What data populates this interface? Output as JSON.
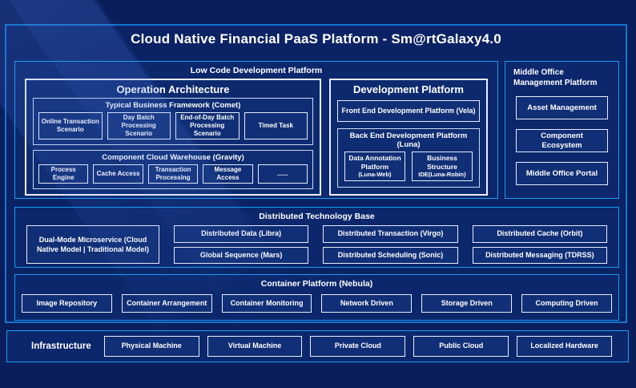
{
  "title": "Cloud Native Financial PaaS Platform - Sm@rtGalaxy4.0",
  "colors": {
    "background": "#0a1e5c",
    "frame_border": "#1374cd",
    "accent_border": "#1b9df3",
    "box_border": "#e9eefb",
    "panel_fill": "#0c276c",
    "text": "#ffffff"
  },
  "low_code": {
    "label": "Low Code Development Platform",
    "operation": {
      "title": "Operation Architecture",
      "comet": {
        "title": "Typical Business Framework (Comet)",
        "items": [
          "Online Transaction Scenario",
          "Day Batch Processing Scenario",
          "End-of-Day Batch Processing Scenario",
          "Timed Task"
        ]
      },
      "gravity": {
        "title": "Component Cloud Warehouse (Gravity)",
        "items": [
          "Process Engine",
          "Cache Access",
          "Transaction Processing",
          "Message Access",
          "......"
        ]
      }
    },
    "development": {
      "title": "Development Platform",
      "front_end": "Front End Development Platform (Vela)",
      "back_end": {
        "title": "Back End Development Platform (Luna)",
        "items": [
          {
            "name": "Data Annotation Platform",
            "sub": "(Luna-Web)"
          },
          {
            "name": "Business Structure",
            "sub": "IDE(Luna-Robin)"
          }
        ]
      }
    }
  },
  "middle_office": {
    "title": "Middle Office Management Platform",
    "items": [
      "Asset Management",
      "Component Ecosystem",
      "Middle Office Portal"
    ]
  },
  "distributed": {
    "title": "Distributed Technology Base",
    "dual_mode": "Dual-Mode Microservice (Cloud Native Model | Traditional Model)",
    "items": [
      "Distributed Data (Libra)",
      "Distributed Transaction (Virgo)",
      "Distributed Cache (Orbit)",
      "Global Sequence (Mars)",
      "Distributed Scheduling (Sonic)",
      "Distributed Messaging (TDRSS)"
    ]
  },
  "container_platform": {
    "title": "Container Platform (Nebula)",
    "items": [
      "Image Repository",
      "Container Arrangement",
      "Container Monitoring",
      "Network Driven",
      "Storage Driven",
      "Computing Driven"
    ]
  },
  "infrastructure": {
    "label": "Infrastructure",
    "items": [
      "Physical Machine",
      "Virtual Machine",
      "Private Cloud",
      "Public Cloud",
      "Localized Hardware"
    ]
  }
}
